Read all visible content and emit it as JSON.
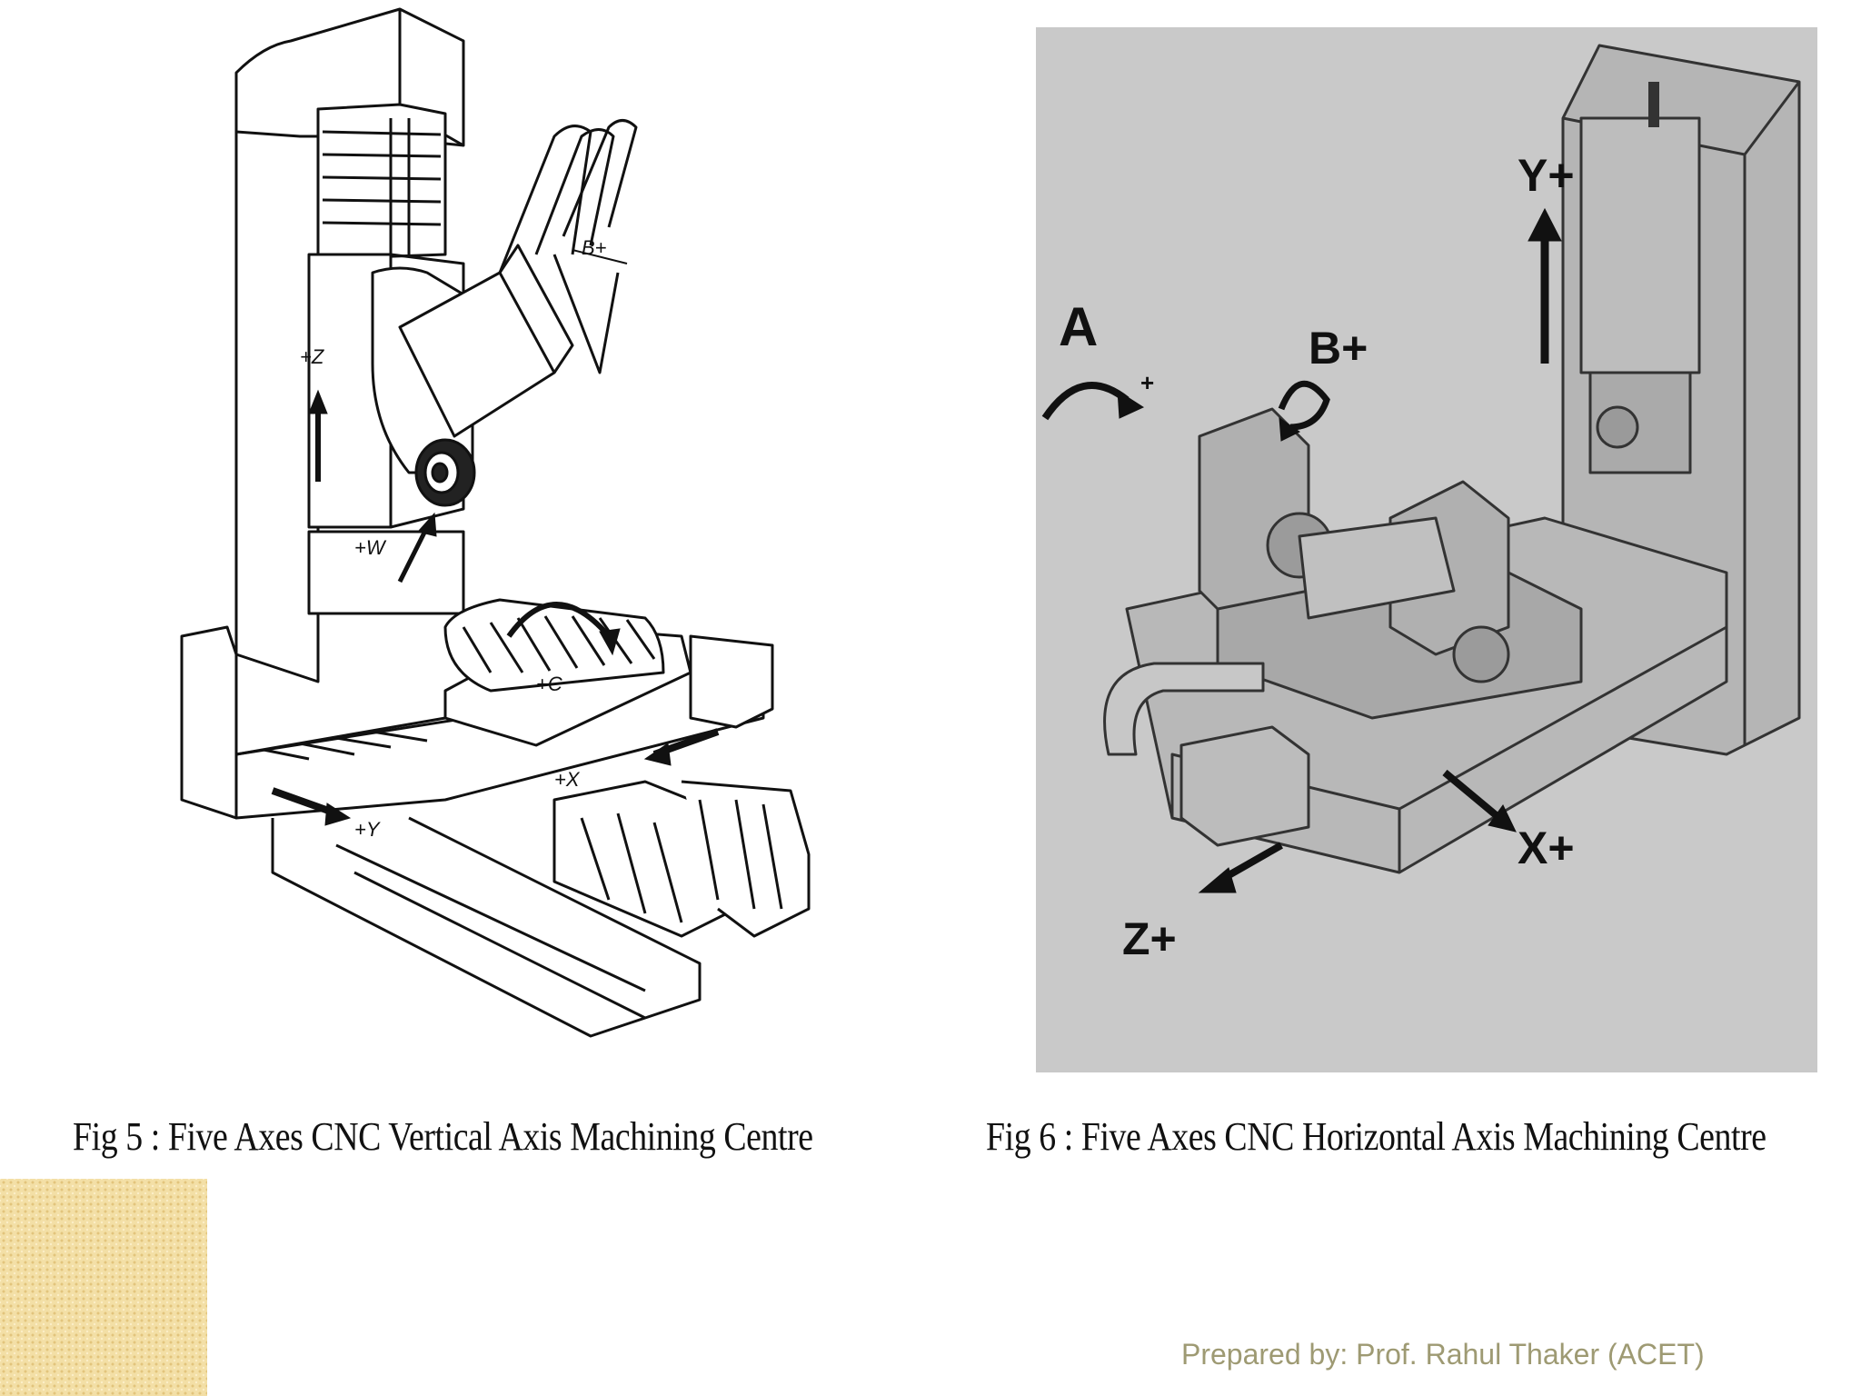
{
  "figures": {
    "fig5": {
      "caption": "Fig 5 : Five Axes CNC Vertical Axis Machining Centre",
      "axis_labels": {
        "z": "+Z",
        "w": "+W",
        "b": "B+",
        "c": "+C",
        "x": "+X",
        "y": "+Y"
      }
    },
    "fig6": {
      "caption": "Fig 6 : Five Axes CNC Horizontal Axis Machining Centre",
      "axis_labels": {
        "a": "A",
        "a_plus": "+",
        "b": "B+",
        "y": "Y+",
        "x": "X+",
        "z": "Z+"
      }
    }
  },
  "footer": {
    "text": "Prepared by: Prof. Rahul Thaker (ACET)"
  },
  "colors": {
    "pattern": "#f3dfa6",
    "footer": "#9e9a73",
    "fig6_background": "#c9c9c9"
  }
}
